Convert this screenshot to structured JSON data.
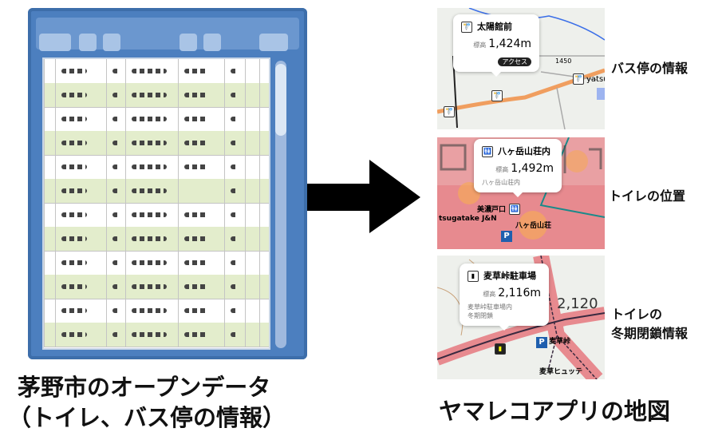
{
  "left": {
    "caption_line1": "茅野市のオープンデータ",
    "caption_line2": "（トイレ、バス停の情報）"
  },
  "right": {
    "caption": "ヤマレコアプリの地図"
  },
  "cards": [
    {
      "title": "太陽館前",
      "elev_label": "標高",
      "elev": "1,424m",
      "button": "アクセス",
      "map_labels": [
        "1450",
        "yatsug"
      ],
      "label": "バス停の情報",
      "icon": "bus-stop-icon"
    },
    {
      "title": "八ヶ岳山荘内",
      "elev_label": "標高",
      "elev": "1,492m",
      "sub": "八ヶ岳山荘内",
      "map_labels": [
        "美濃戸口",
        "tsugatake J&N",
        "八ヶ岳山荘"
      ],
      "label": "トイレの位置",
      "icon": "toilet-icon"
    },
    {
      "title": "麦草峠駐車場",
      "elev_label": "標高",
      "elev": "2,116m",
      "sub": "麦草峠駐車場内",
      "sub2": "冬期閉鎖",
      "map_labels": [
        "麦草峠",
        "麦草ヒュッテ",
        "2,120"
      ],
      "label_line1": "トイレの",
      "label_line2": "冬期閉鎖情報",
      "icon": "toilet-closed-icon"
    }
  ],
  "colors": {
    "sheet": "#4c7fbf",
    "row_alt": "#e3edcc",
    "arrow": "#000000",
    "route": "#f08a3c",
    "area": "#e78a8f"
  }
}
